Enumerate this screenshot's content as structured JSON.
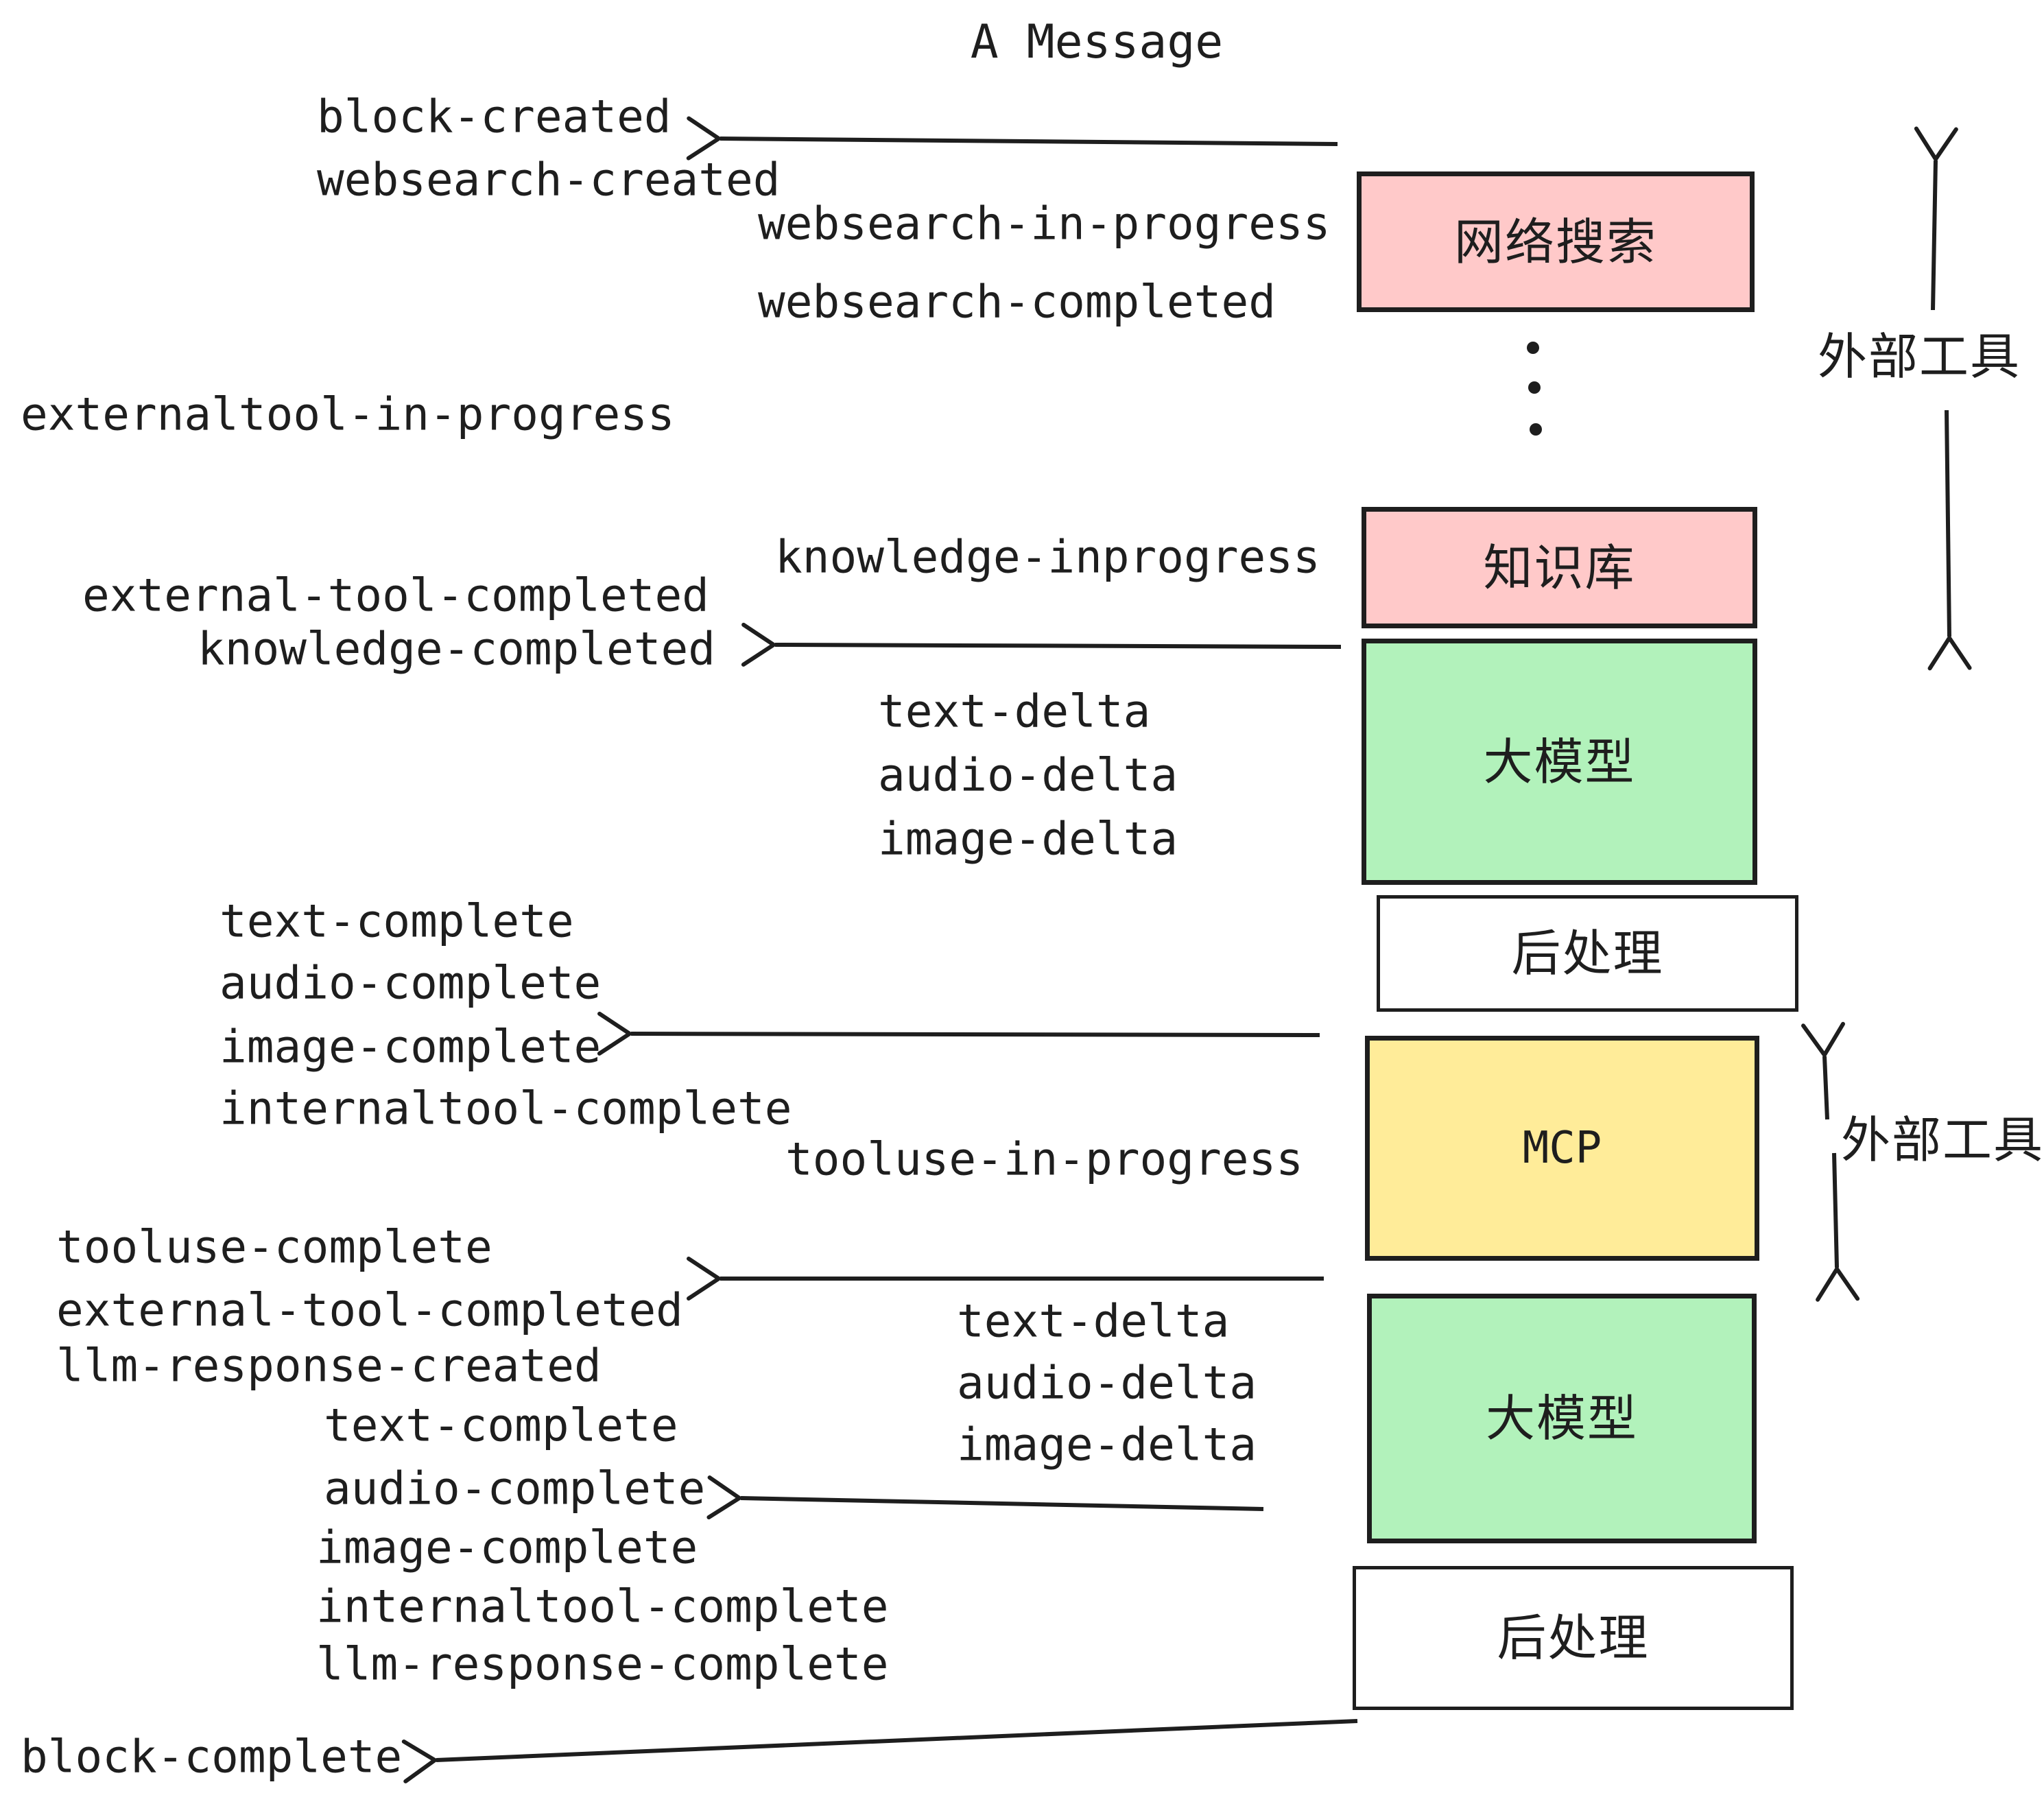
{
  "title": "A Message",
  "events": {
    "block_created": "block-created",
    "websearch_created": "websearch-created",
    "websearch_in_progress": "websearch-in-progress",
    "websearch_completed": "websearch-completed",
    "externaltool_in_progress": "externaltool-in-progress",
    "knowledge_inprogress": "knowledge-inprogress",
    "external_tool_completed": "external-tool-completed",
    "knowledge_completed": "knowledge-completed",
    "text_delta": "text-delta",
    "audio_delta": "audio-delta",
    "image_delta": "image-delta",
    "text_complete": "text-complete",
    "audio_complete": "audio-complete",
    "image_complete": "image-complete",
    "internaltool_complete": "internaltool-complete",
    "tooluse_in_progress": "tooluse-in-progress",
    "tooluse_complete": "tooluse-complete",
    "llm_response_created": "llm-response-created",
    "llm_response_complete": "llm-response-complete",
    "block_complete": "block-complete"
  },
  "boxes": {
    "websearch": {
      "label": "网络搜索",
      "fill": "#ffc9c9"
    },
    "knowledge": {
      "label": "知识库",
      "fill": "#ffc9c9"
    },
    "llm1": {
      "label": "大模型",
      "fill": "#b2f2bb"
    },
    "post1": {
      "label": "后处理",
      "fill": "#ffffff"
    },
    "mcp": {
      "label": "MCP",
      "fill": "#ffec99"
    },
    "llm2": {
      "label": "大模型",
      "fill": "#b2f2bb"
    },
    "post2": {
      "label": "后处理",
      "fill": "#ffffff"
    }
  },
  "annotations": {
    "external_tools": "外部工具"
  },
  "colors": {
    "stroke": "#1e1e1e",
    "pink": "#ffc9c9",
    "green": "#b2f2bb",
    "yellow": "#ffec99",
    "white": "#ffffff"
  }
}
